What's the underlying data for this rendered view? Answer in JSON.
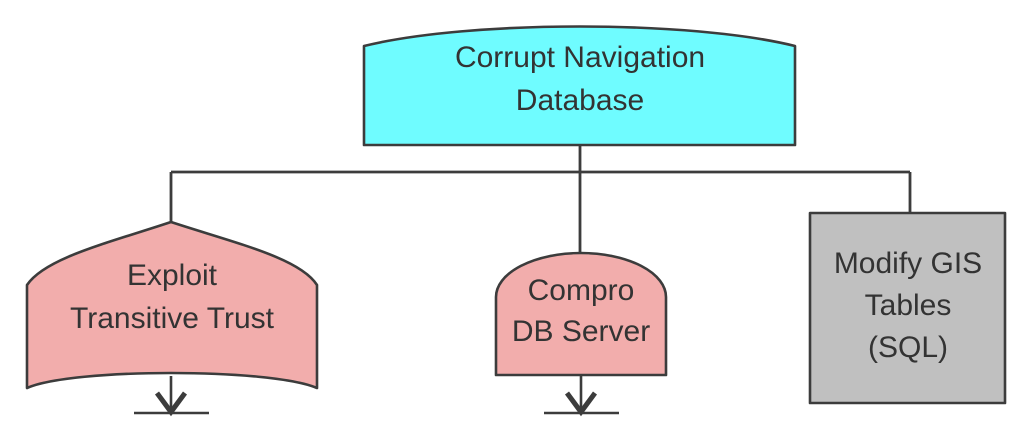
{
  "diagram": {
    "type": "attack-tree",
    "title_node": "root",
    "background_color": "#ffffff",
    "line_color": "#3c3c3c",
    "text_color": "#333333"
  },
  "nodes": {
    "root": {
      "id": "corrupt-navigation-database",
      "label_lines": [
        "Corrupt Navigation",
        "Database"
      ],
      "line1": "Corrupt Navigation",
      "line2": "Database",
      "shape": "convex-top-box",
      "fill_color": "#6ffcff",
      "stroke_color": "#3c3c3c"
    },
    "child_left": {
      "id": "exploit-transitive-trust",
      "label_lines": [
        "Exploit",
        "Transitive Trust"
      ],
      "line1": "Exploit",
      "line2": "Transitive Trust",
      "shape": "peaked-top-concave-bottom",
      "fill_color": "#f2adac",
      "stroke_color": "#3c3c3c",
      "has_output_arrow": true
    },
    "child_middle": {
      "id": "compro-db-server",
      "label_lines": [
        "Compro",
        "DB Server"
      ],
      "line1": "Compro",
      "line2": "DB Server",
      "shape": "dome-top-box",
      "fill_color": "#f2adac",
      "stroke_color": "#3c3c3c",
      "has_output_arrow": true
    },
    "child_right": {
      "id": "modify-gis-tables-sql",
      "label_lines": [
        "Modify GIS",
        "Tables",
        "(SQL)"
      ],
      "line1": "Modify GIS",
      "line2": "Tables",
      "line3": "(SQL)",
      "shape": "rectangle",
      "fill_color": "#c0c0c0",
      "stroke_color": "#3c3c3c",
      "has_output_arrow": false
    }
  },
  "edges": [
    {
      "from": "root",
      "to": "child_left",
      "style": "orthogonal"
    },
    {
      "from": "root",
      "to": "child_middle",
      "style": "straight-vertical"
    },
    {
      "from": "root",
      "to": "child_right",
      "style": "orthogonal"
    }
  ],
  "terminators": [
    {
      "for": "child_left",
      "symbol": "arrow-to-ground"
    },
    {
      "for": "child_middle",
      "symbol": "arrow-to-ground"
    }
  ]
}
